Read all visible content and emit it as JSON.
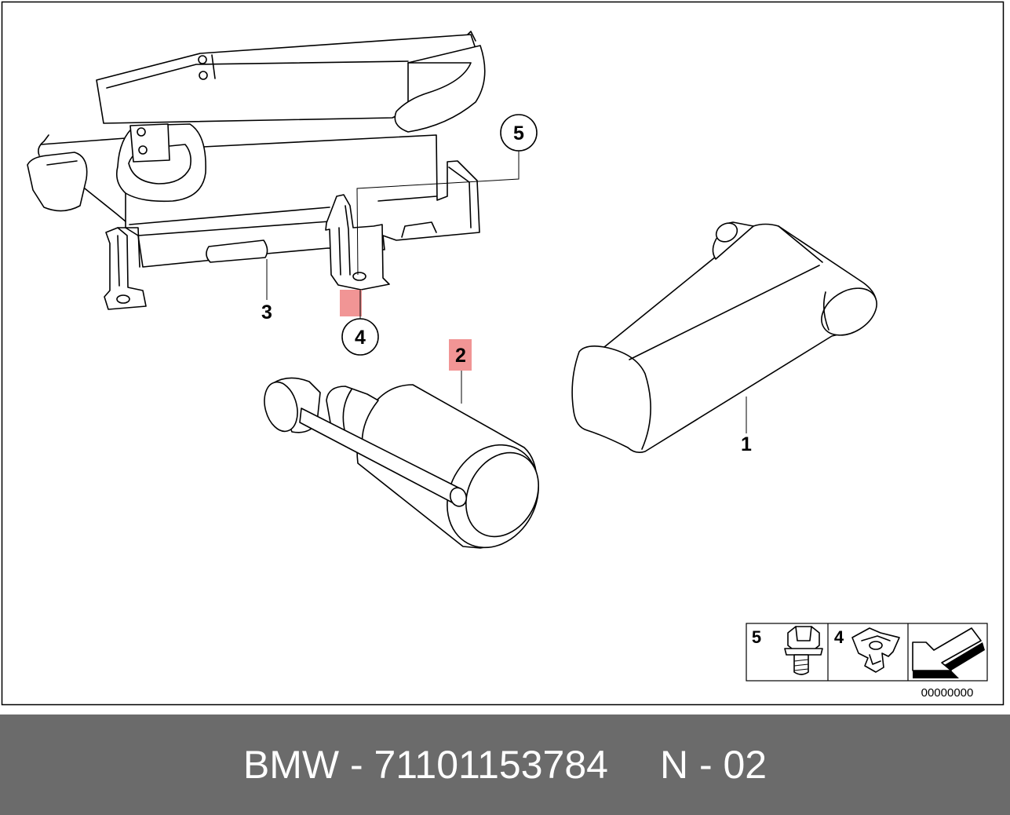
{
  "callouts": {
    "part_1": "1",
    "part_2": "2",
    "part_3": "3",
    "part_4": "4",
    "part_5": "5"
  },
  "legend": {
    "items": [
      {
        "label": "5",
        "icon": "bolt-icon"
      },
      {
        "label": "4",
        "icon": "clip-nut-icon"
      }
    ],
    "arrow_icon": "arrow-icon"
  },
  "diagram_code": "00000000",
  "footer": {
    "part_number": "BMW - 71101153784",
    "page": "N - 02"
  },
  "colors": {
    "highlight": "#f08a8a",
    "line": "#000000",
    "footer_bg": "#6b6b6b",
    "footer_text": "#ffffff"
  }
}
